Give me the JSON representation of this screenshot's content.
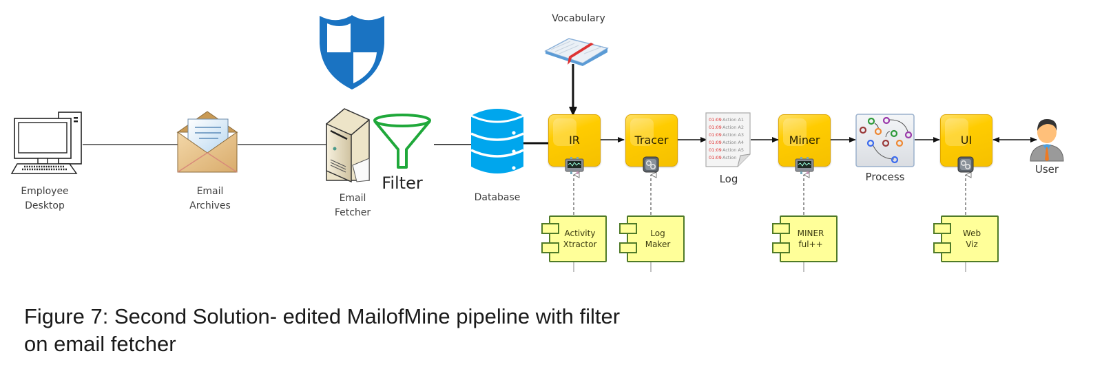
{
  "diagram": {
    "nodes": {
      "employee_desktop": {
        "label": "Employee\nDesktop",
        "icon": "desktop-computer-icon"
      },
      "email_archives": {
        "label": "Email\nArchives",
        "icon": "open-envelope-icon"
      },
      "security_shield": {
        "icon": "security-shield-icon"
      },
      "email_fetcher": {
        "label": "Email\nFetcher",
        "icon": "mail-server-icon"
      },
      "filter": {
        "label": "Filter",
        "icon": "funnel-icon"
      },
      "database": {
        "label": "Database",
        "icon": "database-icon"
      },
      "vocabulary": {
        "label": "Vocabulary",
        "icon": "open-book-icon"
      },
      "ir": {
        "label": "IR",
        "badge": "monitor-device-icon"
      },
      "tracer": {
        "label": "Tracer",
        "badge": "gears-icon"
      },
      "log": {
        "label": "Log",
        "icon": "log-document-icon",
        "lines": [
          "01:09 Action A1",
          "01:09 Action A2",
          "01:09 Action A3",
          "01:09 Action A4",
          "01:09 Action A5",
          "01:09 Action"
        ]
      },
      "miner": {
        "label": "Miner",
        "badge": "monitor-device-icon"
      },
      "process": {
        "label": "Process",
        "icon": "process-graph-icon"
      },
      "ui": {
        "label": "UI",
        "badge": "gears-icon"
      },
      "user": {
        "label": "User",
        "icon": "user-avatar-icon"
      }
    },
    "components": [
      {
        "id": "activity_xtractor",
        "label": "Activity\nXtractor",
        "implements": "IR"
      },
      {
        "id": "log_maker",
        "label": "Log\nMaker",
        "implements": "Tracer"
      },
      {
        "id": "minerful",
        "label": "MINER\nful++",
        "implements": "Miner"
      },
      {
        "id": "web_viz",
        "label": "Web\nViz",
        "implements": "UI"
      }
    ],
    "edges": [
      {
        "from": "Employee Desktop",
        "to": "Email Archives",
        "style": "line"
      },
      {
        "from": "Email Archives",
        "to": "Email Fetcher",
        "style": "line"
      },
      {
        "from": "Filter",
        "to": "Database",
        "style": "line"
      },
      {
        "from": "Database",
        "to": "IR",
        "style": "thick-line"
      },
      {
        "from": "Vocabulary",
        "to": "IR",
        "style": "thick-arrow"
      },
      {
        "from": "IR",
        "to": "Tracer",
        "style": "arrow"
      },
      {
        "from": "Tracer",
        "to": "Log",
        "style": "arrow"
      },
      {
        "from": "Log",
        "to": "Miner",
        "style": "arrow"
      },
      {
        "from": "Miner",
        "to": "Process",
        "style": "arrow"
      },
      {
        "from": "Process",
        "to": "UI",
        "style": "arrow"
      },
      {
        "from": "UI",
        "to": "User",
        "style": "bidirectional-arrow"
      }
    ],
    "colors": {
      "box_yellow": "#ffcc00",
      "component_fill": "#ffff99",
      "component_border": "#4f7a28",
      "shield_blue": "#1a73c2",
      "database_blue": "#00a6ed",
      "funnel_green": "#1fa83a"
    }
  },
  "caption": "Figure 7: Second Solution- edited MailofMine pipeline with filter\non email fetcher"
}
